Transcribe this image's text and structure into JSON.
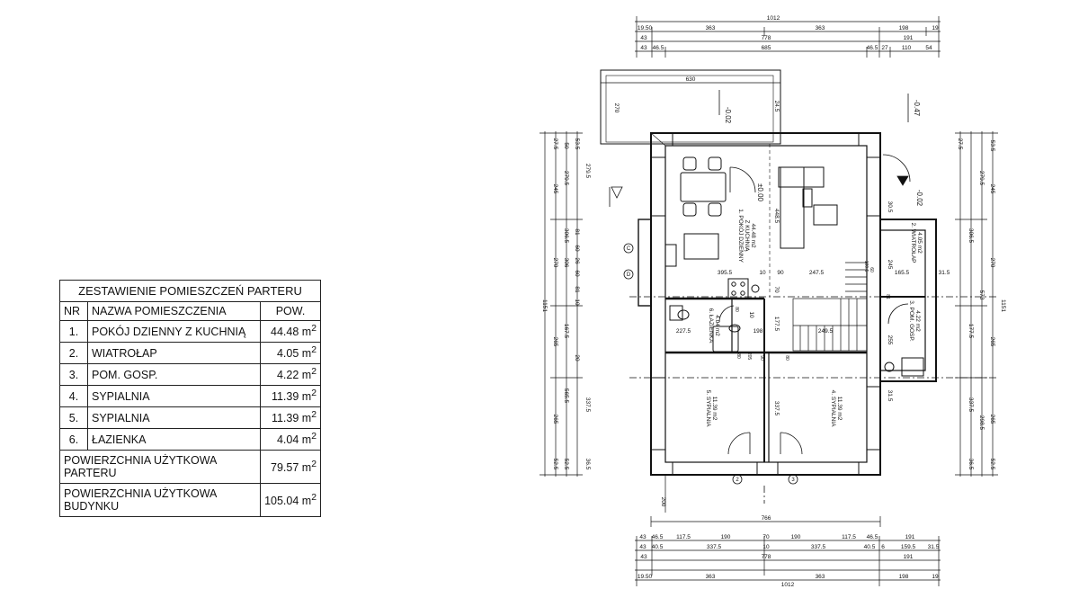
{
  "table": {
    "title": "ZESTAWIENIE POMIESZCZEŃ PARTERU",
    "headers": {
      "nr": "NR",
      "name": "NAZWA POMIESZCZENIA",
      "area": "POW."
    },
    "rows": [
      {
        "nr": "1.",
        "name": "POKÓJ DZIENNY Z KUCHNIĄ",
        "area": "44.48 m",
        "sup": "2"
      },
      {
        "nr": "2.",
        "name": "WIATROŁAP",
        "area": "4.05 m",
        "sup": "2"
      },
      {
        "nr": "3.",
        "name": "POM. GOSP.",
        "area": "4.22 m",
        "sup": "2"
      },
      {
        "nr": "4.",
        "name": "SYPIALNIA",
        "area": "11.39 m",
        "sup": "2"
      },
      {
        "nr": "5.",
        "name": "SYPIALNIA",
        "area": "11.39 m",
        "sup": "2"
      },
      {
        "nr": "6.",
        "name": "ŁAZIENKA",
        "area": "4.04 m",
        "sup": "2"
      }
    ],
    "summary": [
      {
        "label": "POWIERZCHNIA UŻYTKOWA PARTERU",
        "area": "79.57 m",
        "sup": "2"
      },
      {
        "label": "POWIERZCHNIA UŻYTKOWA BUDYNKU",
        "area": "105.04 m",
        "sup": "2"
      }
    ]
  },
  "plan": {
    "rooms": {
      "r1": {
        "name": "1. POKÓJ DZIENNY",
        "name2": "Z KUCHNIĄ",
        "area": "44.48 m2"
      },
      "r2": {
        "name": "2. WIATROŁAP",
        "area": "4.05 m2"
      },
      "r3": {
        "name": "3. POM. GOSP.",
        "area": "4.22 m2"
      },
      "r4": {
        "name": "4. SYPIALNIA",
        "area": "11.39 m2"
      },
      "r5": {
        "name": "5. SYPIALNIA",
        "area": "11.39 m2"
      },
      "r6": {
        "name": "6. ŁAZIENKA",
        "area": "4.04 m2"
      }
    },
    "levels": {
      "main": "±0.00",
      "terrace": "-0.02",
      "entry": "-0.02",
      "entry_outside": "-0.47"
    },
    "dims": {
      "total_width": "1012",
      "top_a": [
        "19.50",
        "363",
        "363",
        "198",
        "19"
      ],
      "top_b_left": "43",
      "top_b_mid": "778",
      "top_b_right": "191",
      "top_c": [
        "43",
        "46.5",
        "685",
        "46.5",
        "27",
        "110",
        "54"
      ],
      "terrace_w": "630",
      "terrace_h": "270",
      "terrace_side": "24.5",
      "bottom_a": [
        "43",
        "46.5",
        "117.5",
        "190",
        "70",
        "190",
        "117.5",
        "46.5",
        "191"
      ],
      "bottom_b": [
        "43",
        "40.5",
        "337.5",
        "10",
        "337.5",
        "40.5",
        "6",
        "159.5",
        "31.5"
      ],
      "bottom_c_left": "43",
      "bottom_c_mid": "778",
      "bottom_c_right": "191",
      "bottom_d": [
        "19.50",
        "363",
        "363",
        "198",
        "19"
      ],
      "bottom_total": "1012",
      "inner_766": "766",
      "door_200": "200",
      "left_outer": "1151",
      "left_a": [
        "27.5",
        "50",
        "245",
        "270",
        "265",
        "265",
        "52.5"
      ],
      "left_b": [
        "53.5",
        "279.5",
        "306.5",
        "306",
        "167.5",
        "565.5",
        "52.5"
      ],
      "left_c": [
        "279.5",
        "81",
        "60",
        "26",
        "60",
        "81",
        "10",
        "20",
        "337.5",
        "36.5"
      ],
      "right_outer": "1151",
      "right_a": [
        "27.5",
        "53.5",
        "245",
        "270",
        "265",
        "265",
        "52.5"
      ],
      "right_b": [
        "279.5",
        "306.5",
        "573",
        "177.5",
        "337.5",
        "298.5",
        "36.5"
      ],
      "inner": [
        "448.5",
        "395.5",
        "10",
        "90",
        "247.5",
        "165.5",
        "31.5",
        "227.5",
        "198",
        "249.5",
        "255",
        "177.5",
        "337.5",
        "245",
        "10",
        "70",
        "31.5",
        "30.5"
      ],
      "small": [
        "80",
        "80",
        "80",
        "205",
        "90",
        "81",
        "60",
        "100.5"
      ]
    },
    "markers": {
      "h1": "C",
      "h2": "D",
      "v1": "2",
      "v2": "3"
    }
  }
}
